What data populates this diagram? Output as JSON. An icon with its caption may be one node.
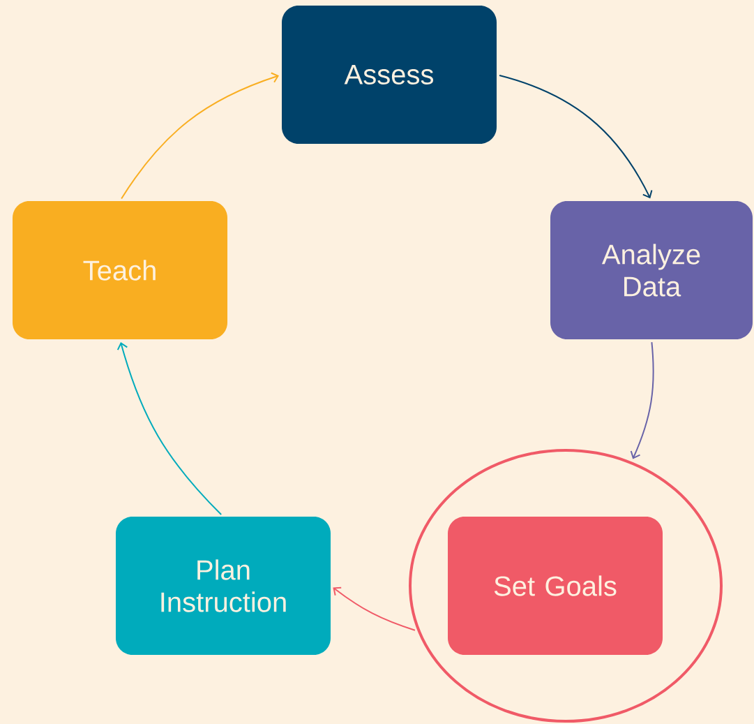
{
  "diagram": {
    "nodes": [
      {
        "text": [
          "Assess"
        ]
      },
      {
        "text": [
          "Analyze Data"
        ]
      },
      {
        "text": [],
        "shape": "circle"
      },
      {
        "text": [
          "Set Goals"
        ],
        "in": 2
      },
      {
        "text": [
          "Plan Instruction"
        ]
      },
      {
        "text": [
          "Teach"
        ]
      }
    ],
    "edges": [
      {
        "from": 0,
        "to": 1,
        "arrow": "to",
        "color": "#00426a"
      },
      {
        "from": 1,
        "to": 2,
        "arrow": "to",
        "color": "#6863a8"
      },
      {
        "from": 2,
        "to": 4,
        "arrow": "to",
        "color": "#f05a67"
      },
      {
        "from": 4,
        "to": 5,
        "arrow": "to",
        "color": "#00abbc"
      },
      {
        "from": 5,
        "to": 0,
        "arrow": "to",
        "color": "#f9ae21"
      }
    ]
  }
}
